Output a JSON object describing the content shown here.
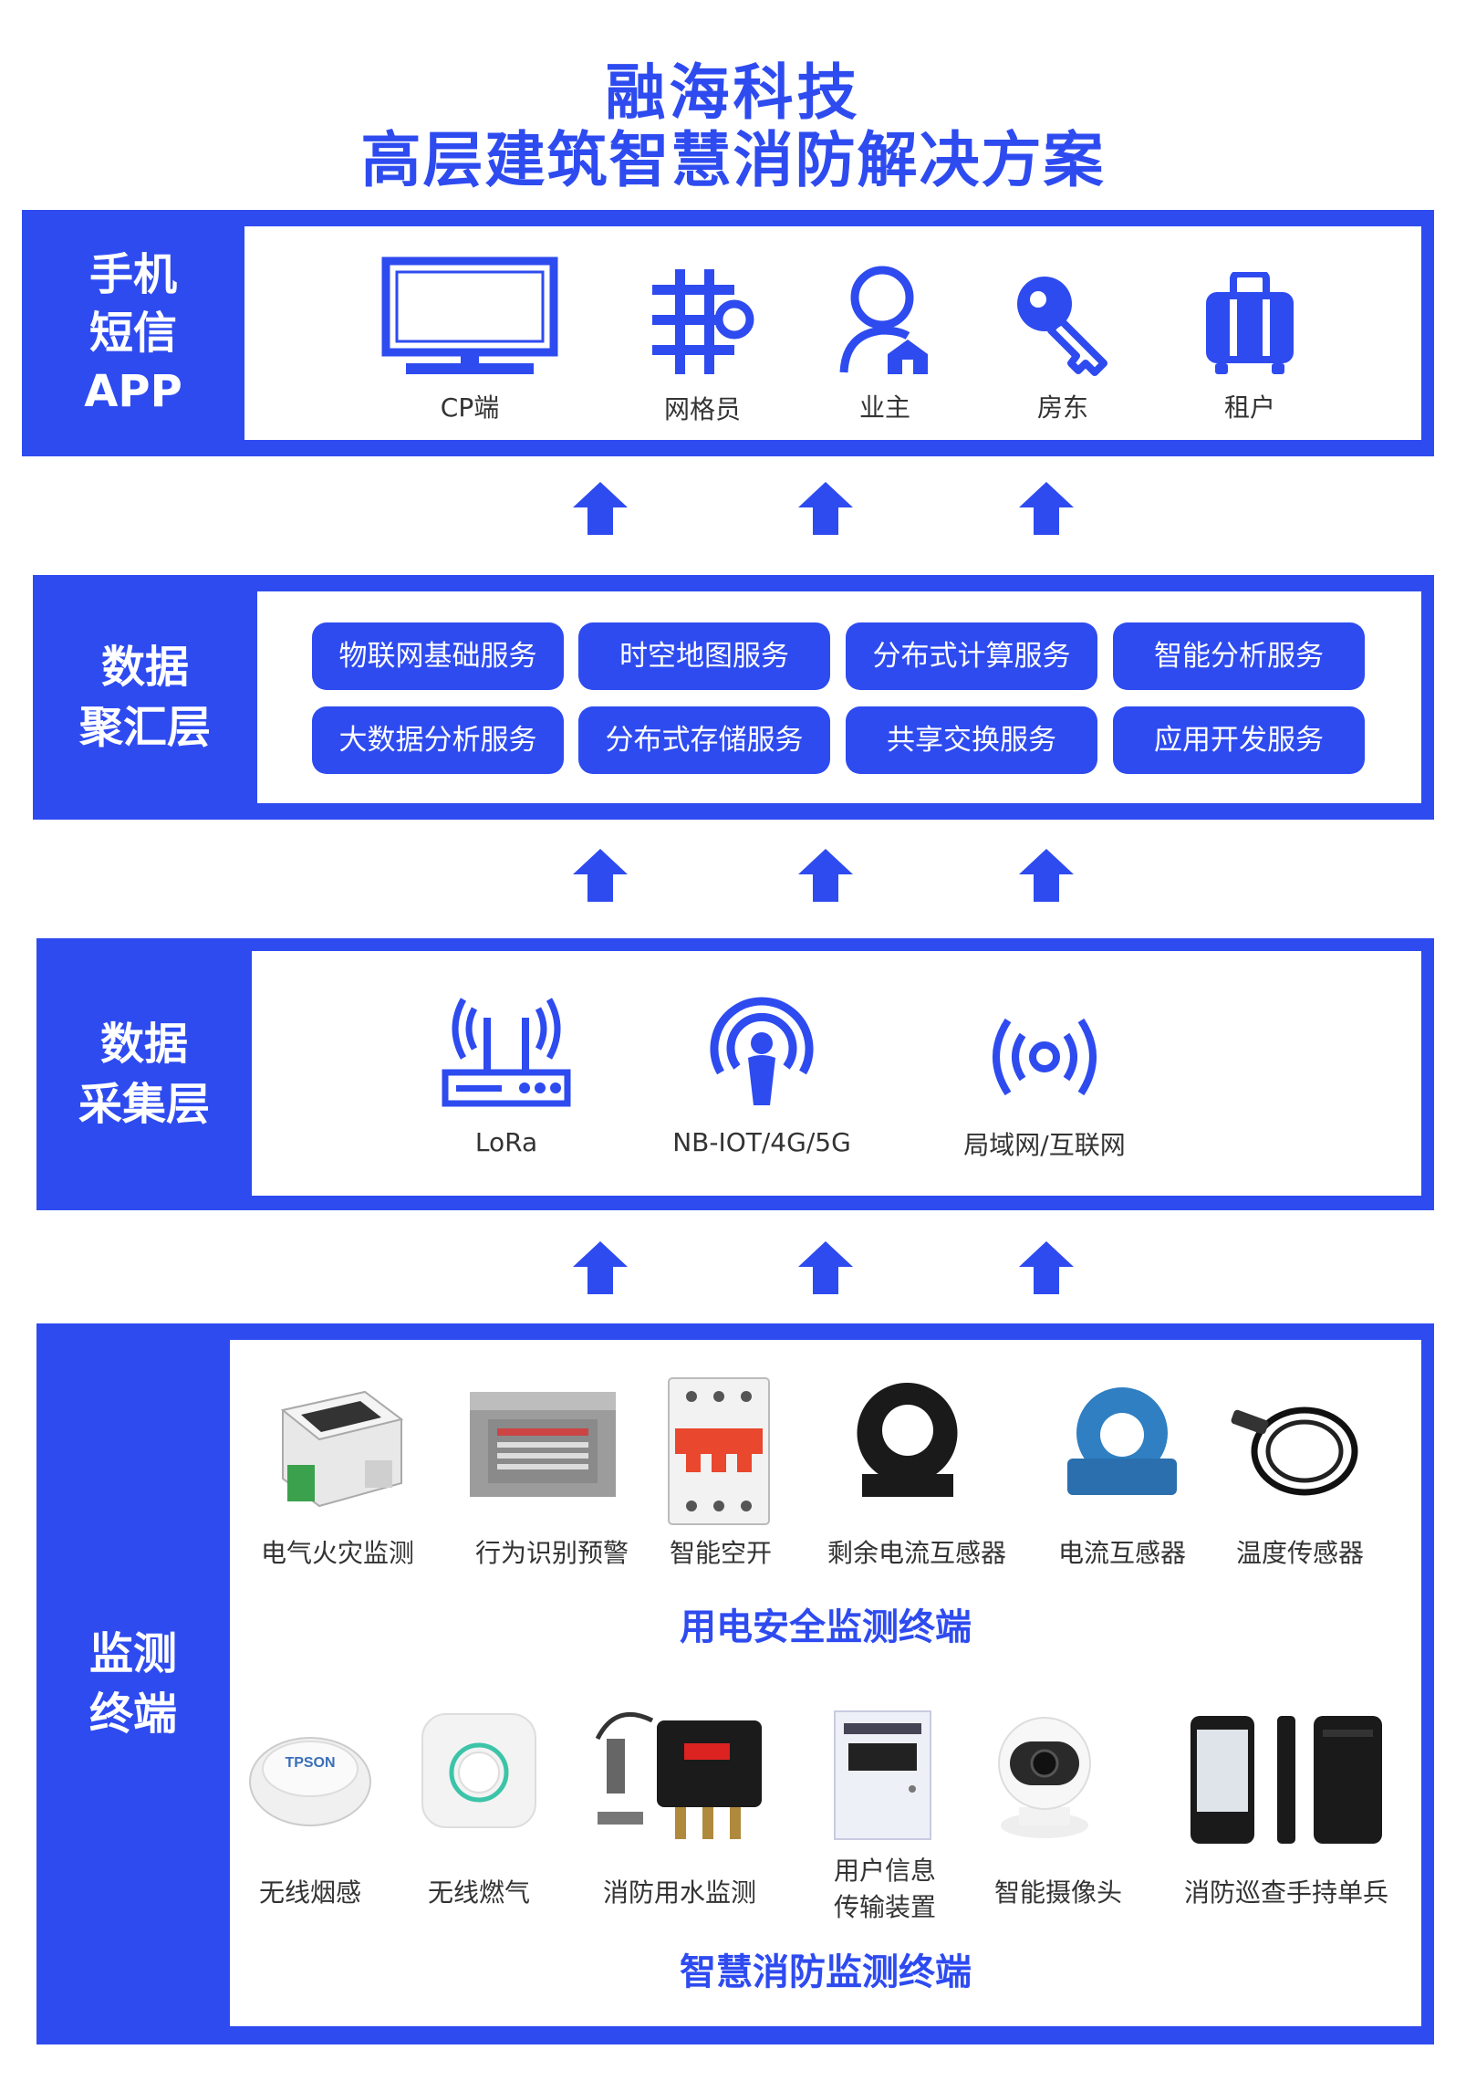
{
  "title": {
    "line1": "融海科技",
    "line2": "高层建筑智慧消防解决方案"
  },
  "colors": {
    "accent": "#2e4bf0",
    "white": "#ffffff",
    "text": "#333333"
  },
  "app_layer": {
    "label_lines": [
      "手机",
      "短信",
      "APP"
    ],
    "items": [
      {
        "label": "CP端",
        "icon": "monitor-icon"
      },
      {
        "label": "网格员",
        "icon": "grid-icon"
      },
      {
        "label": "业主",
        "icon": "owner-icon"
      },
      {
        "label": "房东",
        "icon": "key-icon"
      },
      {
        "label": "租户",
        "icon": "luggage-icon"
      }
    ]
  },
  "aggregation_layer": {
    "label_lines": [
      "数据",
      "聚汇层"
    ],
    "services": [
      "物联网基础服务",
      "时空地图服务",
      "分布式计算服务",
      "智能分析服务",
      "大数据分析服务",
      "分布式存储服务",
      "共享交换服务",
      "应用开发服务"
    ]
  },
  "collection_layer": {
    "label_lines": [
      "数据",
      "采集层"
    ],
    "items": [
      {
        "label": "LoRa",
        "icon": "router-icon"
      },
      {
        "label": "NB-IOT/4G/5G",
        "icon": "signal-person-icon"
      },
      {
        "label": "局域网/互联网",
        "icon": "broadcast-icon"
      }
    ]
  },
  "terminal_layer": {
    "label_lines": [
      "监测",
      "终端"
    ],
    "electric_devices": [
      "电气火灾监测",
      "行为识别预警",
      "智能空开",
      "剩余电流互感器",
      "电流互感器",
      "温度传感器"
    ],
    "electric_title": "用电安全监测终端",
    "fire_devices": [
      "无线烟感",
      "无线燃气",
      "消防用水监测",
      "用户信息\n传输装置",
      "智能摄像头",
      "消防巡查手持单兵"
    ],
    "fire_title": "智慧消防监测终端",
    "device_labels": {
      "smoke_brand": "TPSON"
    }
  }
}
